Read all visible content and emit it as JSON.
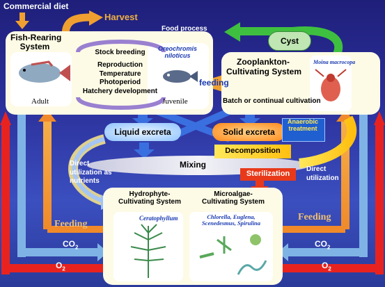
{
  "labels": {
    "commercial_diet": "Commercial diet",
    "harvest": "Harvest",
    "food_process": "Food process",
    "fish_system_l1": "Fish-Rearing",
    "fish_system_l2": "System",
    "stock_breeding": "Stock breeding",
    "reproduction": "Reproduction",
    "temperature": "Temperature",
    "photoperiod": "Photoperiod",
    "hatchery": "Hatchery development",
    "oreochromis_l1": "Oreochromis",
    "oreochromis_l2": "niloticus",
    "adult": "Adult",
    "juvenile": "Juvenile",
    "feeding_mid": "feeding",
    "cyst": "Cyst",
    "zoo_l1": "Zooplankton-",
    "zoo_l2": "Cultivating System",
    "moina": "Moina macrocopa",
    "batch": "Batch or continual cultivation",
    "liquid_excreta": "Liquid excreta",
    "solid_excreta": "Solid excreta",
    "anaerobic_l1": "Anaerobic",
    "anaerobic_l2": "treatment",
    "decomposition": "Decomposition",
    "mixing": "Mixing",
    "sterilization": "Sterilization",
    "direct_nutrients_l1": "Direct",
    "direct_nutrients_l2": "utilization as",
    "direct_nutrients_l3": "nutrients",
    "direct_util_l1": "Direct",
    "direct_util_l2": "utilization",
    "hydro_l1": "Hydrophyte-",
    "hydro_l2": "Cultivating System",
    "ceratophyllum": "Ceratophyllum",
    "micro_l1": "Microalgae-",
    "micro_l2": "Cultivating System",
    "algae_l1": "Chlorella, Euglena,",
    "algae_l2": "Scenedesmus, Spirulina",
    "feeding_left": "Feeding",
    "feeding_right": "Feeding",
    "co2_left": "CO",
    "co2_right": "CO",
    "sub2": "2",
    "o2_left": "O",
    "o2_right": "O"
  },
  "colors": {
    "box_fill": "#fdfbe6",
    "red_arrow": "#e8231f",
    "blue_arrow": "#7fb3e6",
    "orange_arrow": "#f5a23a",
    "harvest_orange": "#f0a030",
    "cyst_green": "#3fbf3f",
    "liquid_blue": "#8fc3ff",
    "solid_orange": "#ff9a1a",
    "anaerobic_blue": "#1f5fd0",
    "decomposition_yellow": "#ffd21a",
    "sterilization_red": "#e83a1a",
    "mixing_gradient": "#d8d8e8"
  },
  "icons": [
    "fish-icon",
    "juvenile-fish-icon",
    "moina-icon",
    "hydrophyte-icon",
    "microalgae-icon"
  ]
}
